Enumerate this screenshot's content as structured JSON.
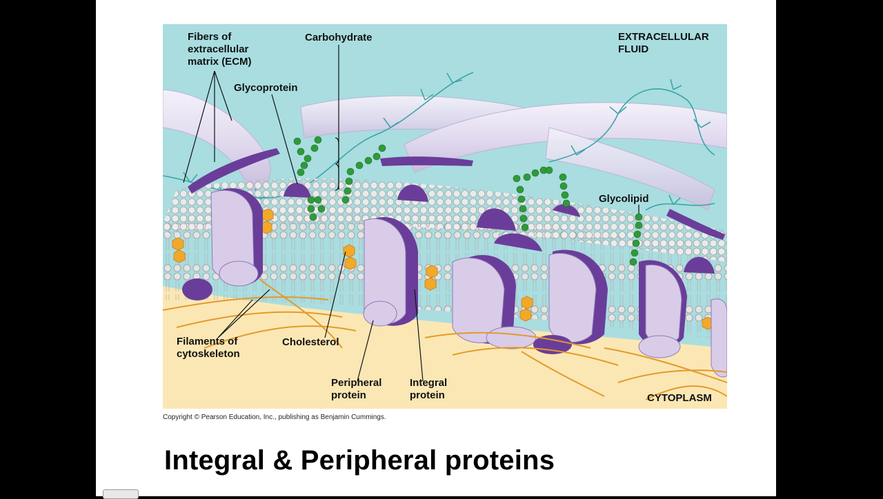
{
  "figure": {
    "labels": {
      "fibers_ecm": "Fibers of\nextracellular\nmatrix (ECM)",
      "carbohydrate": "Carbohydrate",
      "extracellular_fluid": "EXTRACELLULAR\nFLUID",
      "glycoprotein": "Glycoprotein",
      "glycolipid": "Glycolipid",
      "filaments": "Filaments of\ncytoskeleton",
      "cholesterol": "Cholesterol",
      "peripheral_protein": "Peripheral\nprotein",
      "integral_protein": "Integral\nprotein",
      "cytoplasm": "CYTOPLASM"
    },
    "copyright": "Copyright © Pearson Education, Inc., publishing as Benjamin Cummings.",
    "colors": {
      "extracellular": "#a9dde0",
      "cytoplasm": "#fbe7b4",
      "protein_light": "#d9cce8",
      "protein_dark": "#6a3d9a",
      "carbohydrate": "#2f9a3a",
      "cholesterol": "#f2a92a",
      "filaments": "#e39a2a",
      "ecm_fiber": "#e6e0f2",
      "lipid_head": "#d8d8d8"
    }
  },
  "slide": {
    "title": "Integral & Peripheral proteins"
  }
}
